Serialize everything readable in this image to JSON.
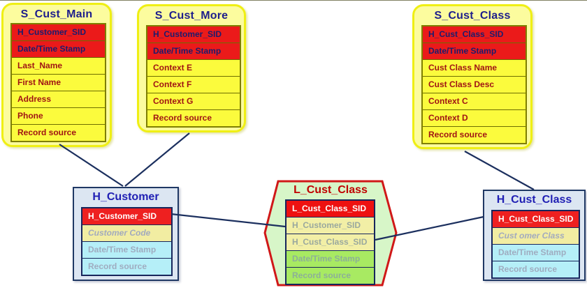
{
  "colors": {
    "satellite_fill": "#FCFC9E",
    "satellite_border": "#EFEF14",
    "satellite_row_yellow": "#FBFB3D",
    "satellite_table_border": "#7E7E00",
    "satellite_field_text": "#A01414",
    "key_row_red": "#EB1A1A",
    "hub_fill": "#DCE6F2",
    "hub_border": "#1F3864",
    "hub_attr_yellow": "#F2EDA2",
    "hub_meta_cyan": "#B5EFF8",
    "hub_title_blue": "#1F1FB4",
    "link_fill": "#D7F6C8",
    "link_border": "#D01818",
    "link_meta_green": "#A8EA62",
    "link_title_red": "#C00000",
    "muted_text_gray": "#9FACC0",
    "line_navy": "#1B2F5E",
    "satellite_title_navy": "#1E1E8C"
  },
  "entities": {
    "sat_main": {
      "title": "S_Cust_Main",
      "rows": [
        "H_Customer_SID",
        "Date/Time Stamp",
        "Last_Name",
        "First Name",
        "Address",
        "Phone",
        "Record source"
      ]
    },
    "sat_more": {
      "title": "S_Cust_More",
      "rows": [
        "H_Customer_SID",
        "Date/Time Stamp",
        "Context E",
        "Context F",
        "Context G",
        "Record source"
      ]
    },
    "sat_class": {
      "title": "S_Cust_Class",
      "rows": [
        "H_Cust_Class_SID",
        "Date/Time Stamp",
        "Cust Class Name",
        "Cust Class Desc",
        "Context C",
        "Context D",
        "Record source"
      ]
    },
    "hub_customer": {
      "title": "H_Customer",
      "rows": [
        "H_Customer_SID",
        "Customer Code",
        "Date/Time Stamp",
        "Record source"
      ]
    },
    "link_cust_class": {
      "title": "L_Cust_Class",
      "rows": [
        "L_Cust_Class_SID",
        "H_Customer_SID",
        "H_Cust_Class_SID",
        "Date/Time Stamp",
        "Record source"
      ]
    },
    "hub_cust_class": {
      "title": "H_Cust_Class",
      "rows": [
        "H_Cust_Class_SID",
        "Cust omer Class",
        "Date/Time Stamp",
        "Record source"
      ]
    }
  },
  "connections": [
    {
      "from": "S_Cust_Main",
      "to": "H_Customer"
    },
    {
      "from": "S_Cust_More",
      "to": "H_Customer"
    },
    {
      "from": "H_Customer.H_Customer_SID",
      "to": "L_Cust_Class.H_Customer_SID"
    },
    {
      "from": "L_Cust_Class.H_Cust_Class_SID",
      "to": "H_Cust_Class.H_Cust_Class_SID"
    },
    {
      "from": "S_Cust_Class",
      "to": "H_Cust_Class"
    }
  ]
}
